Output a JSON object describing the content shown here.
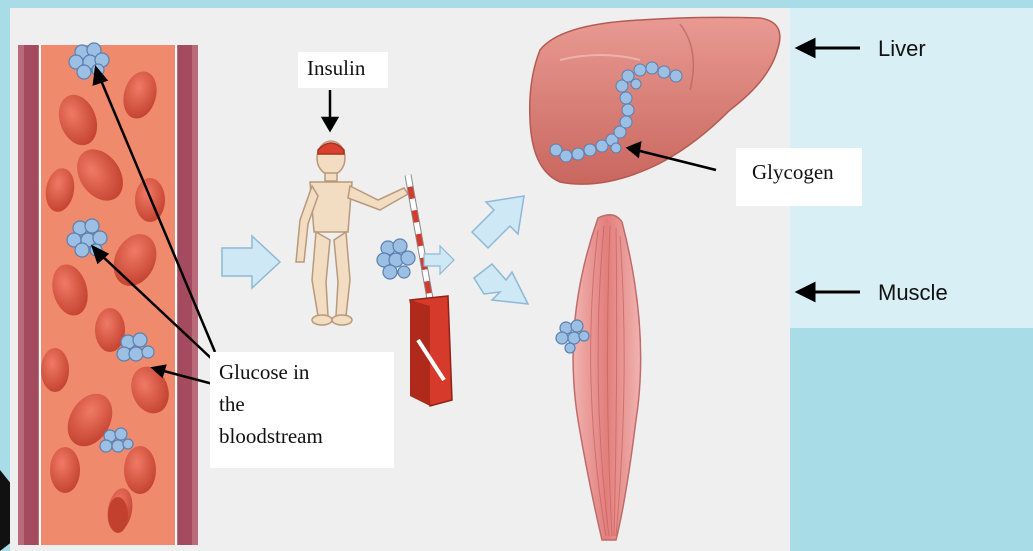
{
  "labels": {
    "insulin": "Insulin",
    "liver": "Liver",
    "glycogen": "Glycogen",
    "muscle": "Muscle",
    "glucose_line1": "Glucose in",
    "glucose_line2": "the",
    "glucose_line3": "bloodstream"
  },
  "colors": {
    "background_border": "#a8dde8",
    "panel": "#efefef",
    "vessel": "#e8735a",
    "liver": "#d97f78",
    "muscle": "#e7a0a0",
    "glucose": "#8fb6de",
    "arrow_fill": "#cfe8f5",
    "barrier": "#d63a2a"
  }
}
